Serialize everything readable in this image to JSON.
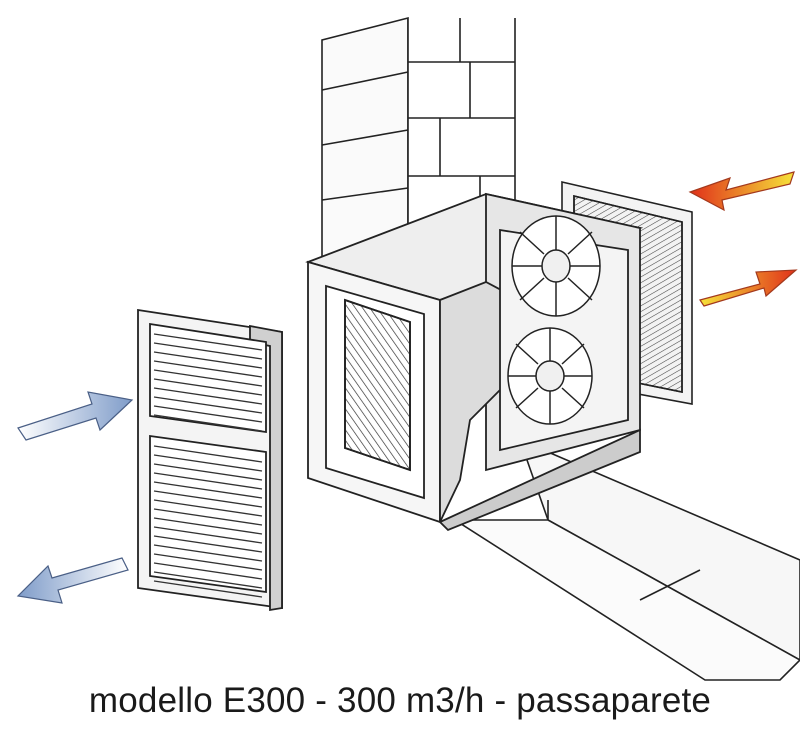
{
  "caption": "modello E300 - 300 m3/h - passaparete",
  "colors": {
    "line": "#222222",
    "panel": "#f2f2f2",
    "shade": "#d9d9d9",
    "dark": "#b5b5b5",
    "blue_arrow": "#8fa8cf",
    "warm_arrow_start": "#f4d836",
    "warm_arrow_end": "#e23a1a"
  },
  "icons": [
    "wall-illustration",
    "heat-recovery-unit",
    "fan-icon",
    "grille-icon",
    "airflow-arrow-icon"
  ]
}
